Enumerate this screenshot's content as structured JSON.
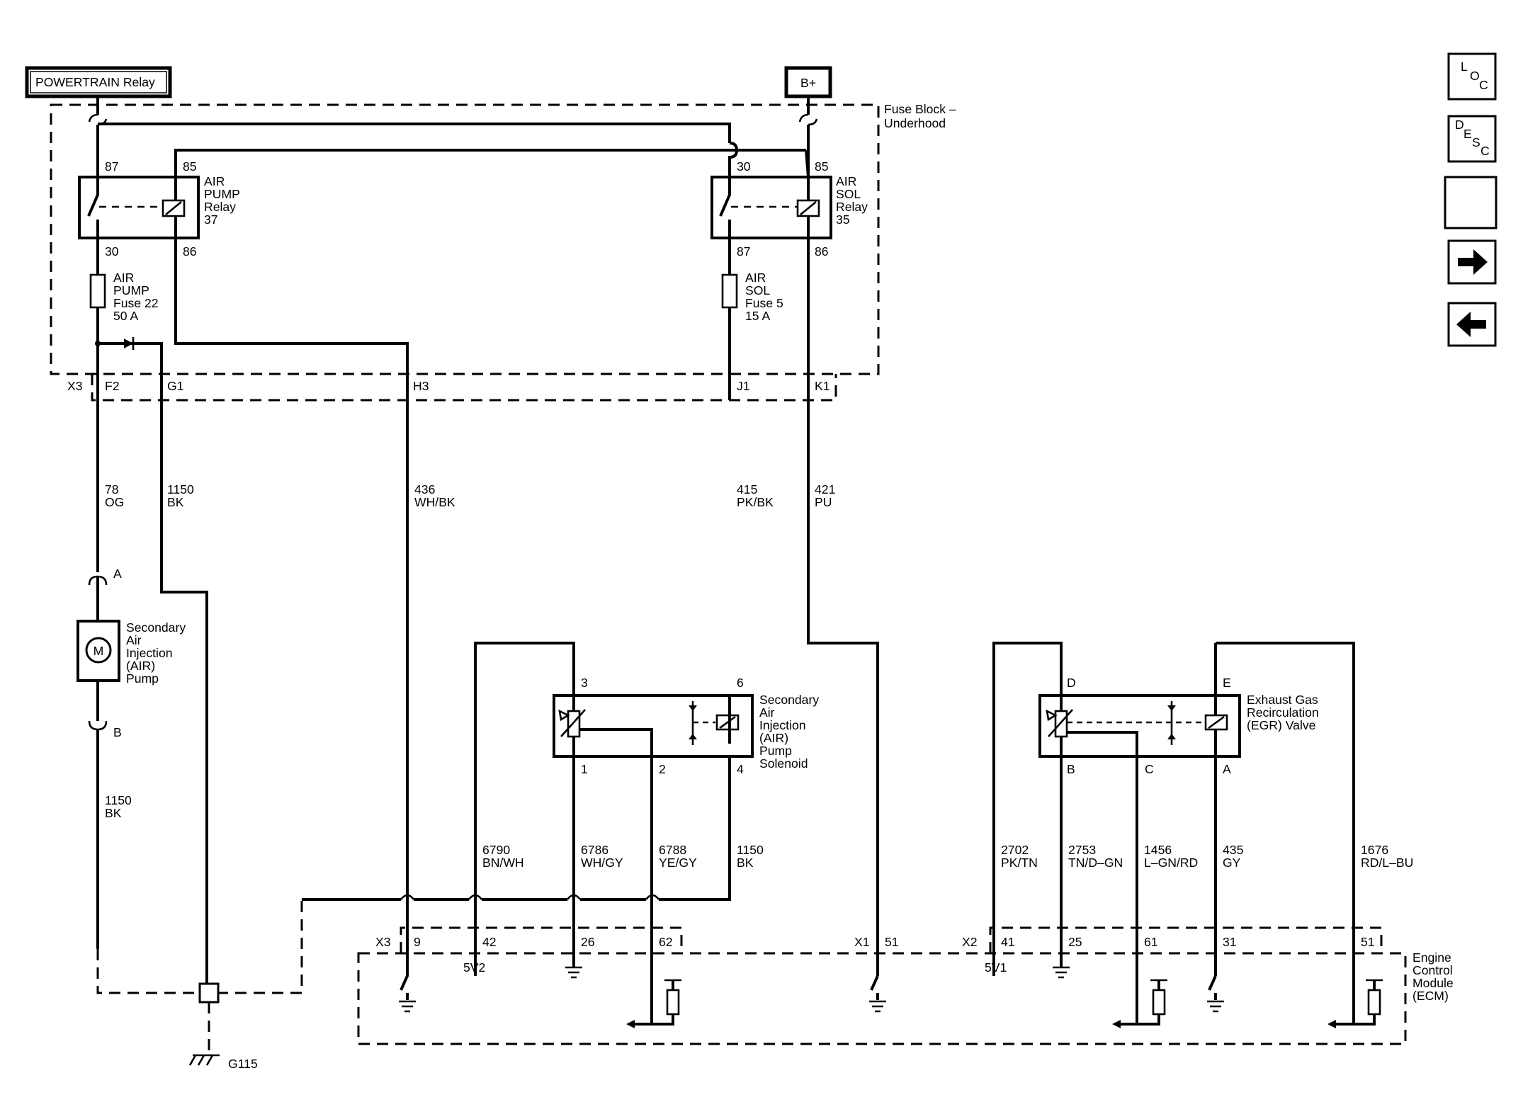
{
  "boxes": {
    "powertrain_relay": "POWERTRAIN Relay",
    "battery": "B+"
  },
  "fuse_block": {
    "title_line1": "Fuse Block –",
    "title_line2": "Underhood"
  },
  "air_pump_relay": {
    "name": [
      "AIR",
      "PUMP",
      "Relay",
      "37"
    ],
    "pins": {
      "87": "87",
      "85": "85",
      "30": "30",
      "86": "86"
    }
  },
  "air_sol_relay": {
    "name": [
      "AIR",
      "SOL",
      "Relay",
      "35"
    ],
    "pins": {
      "30": "30",
      "85": "85",
      "87": "87",
      "86": "86"
    }
  },
  "air_pump_fuse": [
    "AIR",
    "PUMP",
    "Fuse 22",
    "50 A"
  ],
  "air_sol_fuse": [
    "AIR",
    "SOL",
    "Fuse 5",
    "15 A"
  ],
  "fb_connector": {
    "name": "X3",
    "pins": [
      "F2",
      "G1",
      "H3",
      "J1",
      "K1"
    ]
  },
  "wires_upper": [
    {
      "circuit": "78",
      "color": "OG"
    },
    {
      "circuit": "1150",
      "color": "BK"
    },
    {
      "circuit": "436",
      "color": "WH/BK"
    },
    {
      "circuit": "415",
      "color": "PK/BK"
    },
    {
      "circuit": "421",
      "color": "PU"
    }
  ],
  "air_pump": {
    "pin_a": "A",
    "pin_b": "B",
    "motor": "M",
    "name": [
      "Secondary",
      "Air",
      "Injection",
      "(AIR)",
      "Pump"
    ],
    "ground_wire": {
      "circuit": "1150",
      "color": "BK"
    }
  },
  "air_solenoid": {
    "pins": {
      "top_left": "3",
      "top_right": "6",
      "b1": "1",
      "b2": "2",
      "b4": "4"
    },
    "name": [
      "Secondary",
      "Air",
      "Injection",
      "(AIR)",
      "Pump",
      "Solenoid"
    ]
  },
  "egr_valve": {
    "pins": {
      "top_left": "D",
      "top_right": "E",
      "b1": "B",
      "b2": "C",
      "b3": "A"
    },
    "name": [
      "Exhaust Gas",
      "Recirculation",
      "(EGR) Valve"
    ]
  },
  "wires_lower": [
    {
      "circuit": "6790",
      "color": "BN/WH"
    },
    {
      "circuit": "6786",
      "color": "WH/GY"
    },
    {
      "circuit": "6788",
      "color": "YE/GY"
    },
    {
      "circuit": "1150",
      "color": "BK"
    },
    {
      "circuit": "2702",
      "color": "PK/TN"
    },
    {
      "circuit": "2753",
      "color": "TN/D–GN"
    },
    {
      "circuit": "1456",
      "color": "L–GN/RD"
    },
    {
      "circuit": "435",
      "color": "GY"
    },
    {
      "circuit": "1676",
      "color": "RD/L–BU"
    }
  ],
  "ecm": {
    "name": [
      "Engine",
      "Control",
      "Module",
      "(ECM)"
    ],
    "x3": {
      "name": "X3",
      "pins": [
        "9",
        "42",
        "26",
        "62"
      ]
    },
    "x1": {
      "name": "X1",
      "pins": [
        "51"
      ]
    },
    "x2": {
      "name": "X2",
      "pins": [
        "41",
        "25",
        "61",
        "31",
        "51"
      ]
    },
    "refs": [
      "5V2",
      "5V1"
    ]
  },
  "ground_label": "G115",
  "nav": {
    "loc": [
      "L",
      "O",
      "C"
    ],
    "desc": [
      "D",
      "E",
      "S",
      "C"
    ],
    "icons": [
      "connector-end-view-icon",
      "next-arrow-icon",
      "previous-arrow-icon"
    ]
  }
}
